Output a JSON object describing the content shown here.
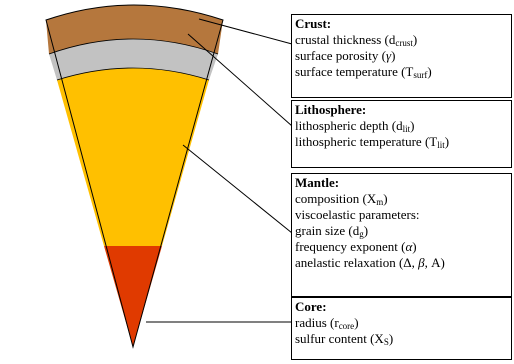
{
  "colors": {
    "crust": "#B5773D",
    "surface": "#C2C2C2",
    "mantle": "#FFC000",
    "core": "#E03A00",
    "outline": "#000000"
  },
  "crust": {
    "title": "Crust:",
    "thickness": {
      "text": "crustal thickness (d",
      "sub": "crust",
      "end": ")"
    },
    "porosity": {
      "text": "surface porosity (",
      "greek": "γ",
      "end": ")"
    },
    "temperature": {
      "text": "surface temperature (T",
      "sub": "surf",
      "end": ")"
    }
  },
  "lithosphere": {
    "title": "Lithosphere:",
    "depth": {
      "text": "lithospheric depth (d",
      "sub": "lit",
      "end": ")"
    },
    "temperature": {
      "text": "lithospheric temperature (T",
      "sub": "lit",
      "end": ")"
    }
  },
  "mantle": {
    "title": "Mantle:",
    "composition": {
      "text": "composition (X",
      "sub": "m",
      "end": ")"
    },
    "viscoelastic": "viscoelastic parameters:",
    "grain": {
      "text": "grain size (d",
      "sub": "g",
      "end": ")"
    },
    "frequency": {
      "text": "frequency exponent (",
      "greek": "α",
      "end": ")"
    },
    "anelastic": {
      "text": "anelastic relaxation (Δ, ",
      "greek": "β",
      "end": ",  A)"
    }
  },
  "core": {
    "title": "Core:",
    "radius": {
      "text": "radius (r",
      "sub": "core",
      "end": ")"
    },
    "sulfur": {
      "text": "sulfur content (X",
      "sub": "S",
      "end": ")"
    }
  }
}
